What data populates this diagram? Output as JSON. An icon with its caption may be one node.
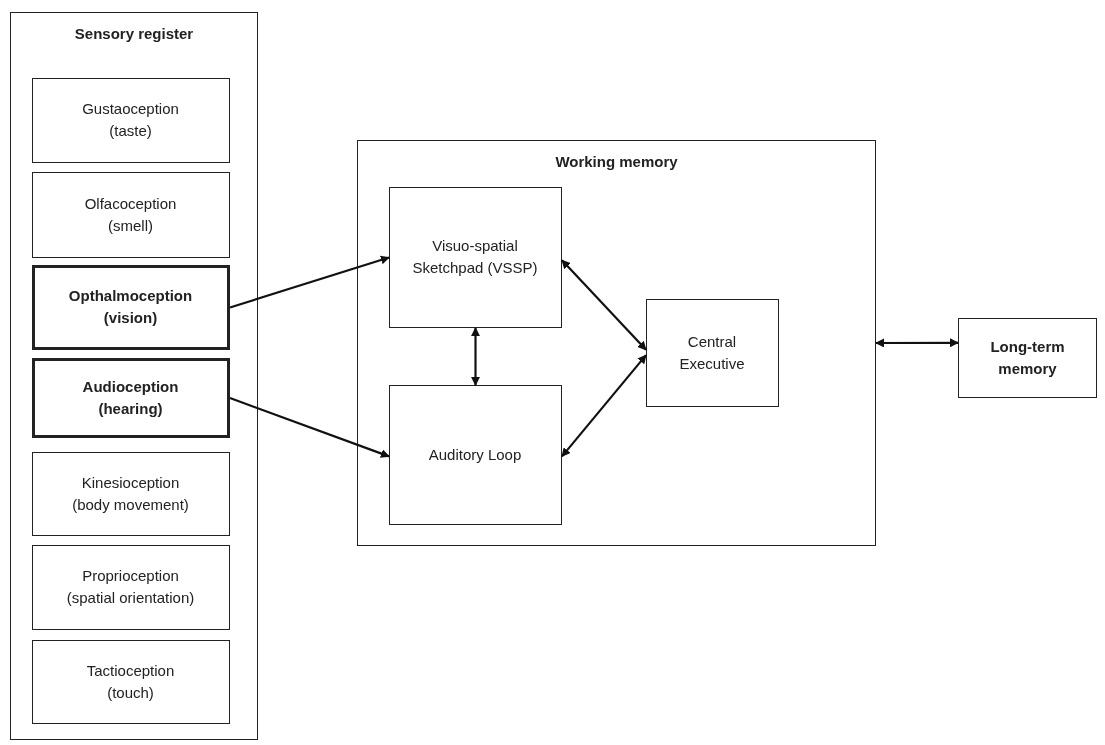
{
  "diagram": {
    "nodes": [
      {
        "text": [
          "Sensory register"
        ]
      },
      {
        "text": [
          "Gustaoception",
          "(taste)"
        ],
        "in": 0
      },
      {
        "text": [
          "Olfacoception",
          "(smell)"
        ],
        "in": 0
      },
      {
        "text": [
          "Opthalmoception",
          "(vision)"
        ],
        "in": 0
      },
      {
        "text": [
          "Audioception",
          "(hearing)"
        ],
        "in": 0
      },
      {
        "text": [
          "Kinesioception",
          "(body movement)"
        ],
        "in": 0
      },
      {
        "text": [
          "Proprioception",
          "(spatial orientation)"
        ],
        "in": 0
      },
      {
        "text": [
          "Tactioception",
          "(touch)"
        ],
        "in": 0
      },
      {
        "text": [
          "Working memory"
        ]
      },
      {
        "text": [
          "Visuo-spatial Sketchpad (VSSP)"
        ],
        "in": 8
      },
      {
        "text": [
          "Auditory Loop"
        ],
        "in": 8
      },
      {
        "text": [
          "Central Executive"
        ],
        "in": 8
      },
      {
        "text": [
          "Long-term memory"
        ]
      }
    ],
    "edges": [
      {
        "from": 3,
        "to": 9,
        "arrow": "to"
      },
      {
        "from": 4,
        "to": 10,
        "arrow": "to"
      },
      {
        "from": 9,
        "to": 10,
        "arrow": "both"
      },
      {
        "from": 9,
        "to": 11,
        "arrow": "both"
      },
      {
        "from": 10,
        "to": 11,
        "arrow": "both"
      },
      {
        "from": 8,
        "to": 12,
        "arrow": "both"
      }
    ]
  }
}
